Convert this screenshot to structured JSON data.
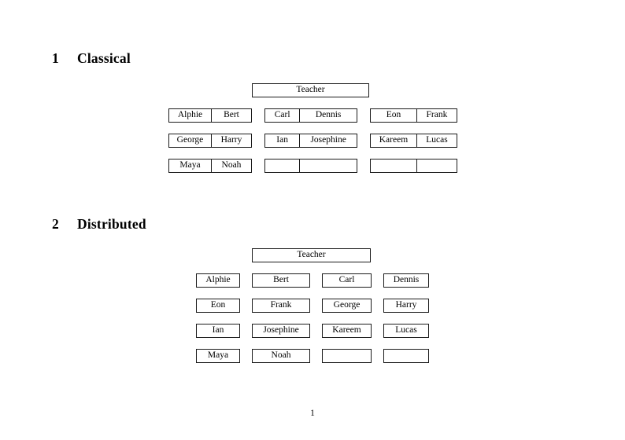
{
  "document": {
    "page_number": "1",
    "border_color": "#1a1a1a",
    "background": "#ffffff",
    "text_color": "#000000"
  },
  "sections": [
    {
      "number": "1",
      "title": "Classical",
      "teacher": {
        "label": "Teacher"
      },
      "layout": "paired",
      "rows": [
        {
          "groups": [
            {
              "cells": [
                "Alphie",
                "Bert"
              ]
            },
            {
              "cells": [
                "Carl",
                "Dennis"
              ]
            },
            {
              "cells": [
                "Eon",
                "Frank"
              ]
            }
          ]
        },
        {
          "groups": [
            {
              "cells": [
                "George",
                "Harry"
              ]
            },
            {
              "cells": [
                "Ian",
                "Josephine"
              ]
            },
            {
              "cells": [
                "Kareem",
                "Lucas"
              ]
            }
          ]
        },
        {
          "groups": [
            {
              "cells": [
                "Maya",
                "Noah"
              ]
            },
            {
              "cells": [
                "",
                ""
              ]
            },
            {
              "cells": [
                "",
                ""
              ]
            }
          ]
        }
      ]
    },
    {
      "number": "2",
      "title": "Distributed",
      "teacher": {
        "label": "Teacher"
      },
      "layout": "single",
      "rows": [
        {
          "cells": [
            "Alphie",
            "Bert",
            "Carl",
            "Dennis"
          ]
        },
        {
          "cells": [
            "Eon",
            "Frank",
            "George",
            "Harry"
          ]
        },
        {
          "cells": [
            "Ian",
            "Josephine",
            "Kareem",
            "Lucas"
          ]
        },
        {
          "cells": [
            "Maya",
            "Noah",
            "",
            ""
          ]
        }
      ]
    }
  ]
}
